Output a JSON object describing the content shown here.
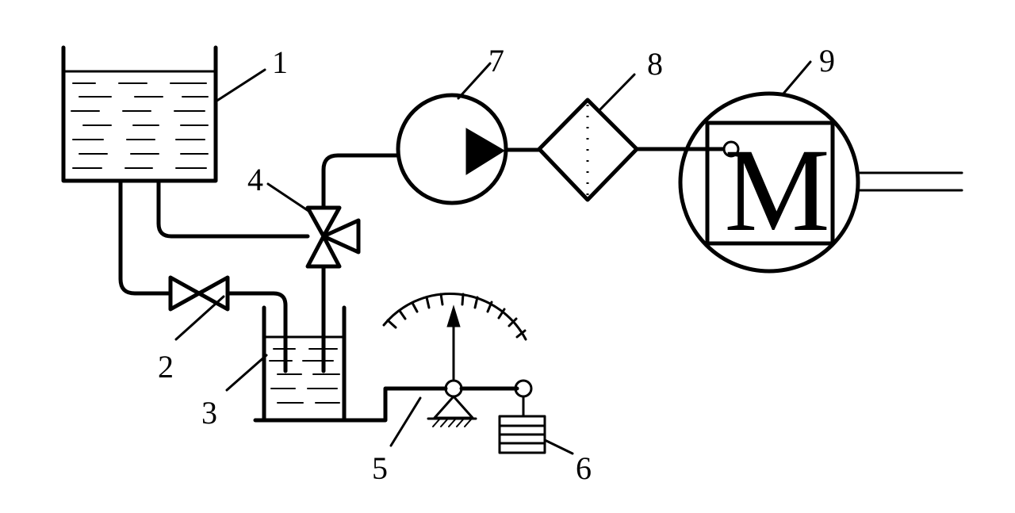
{
  "labels": {
    "c1": "1",
    "c2": "2",
    "c3": "3",
    "c4": "4",
    "c5": "5",
    "c6": "6",
    "c7": "7",
    "c8": "8",
    "c9": "9"
  },
  "motor": {
    "letter": "M"
  }
}
